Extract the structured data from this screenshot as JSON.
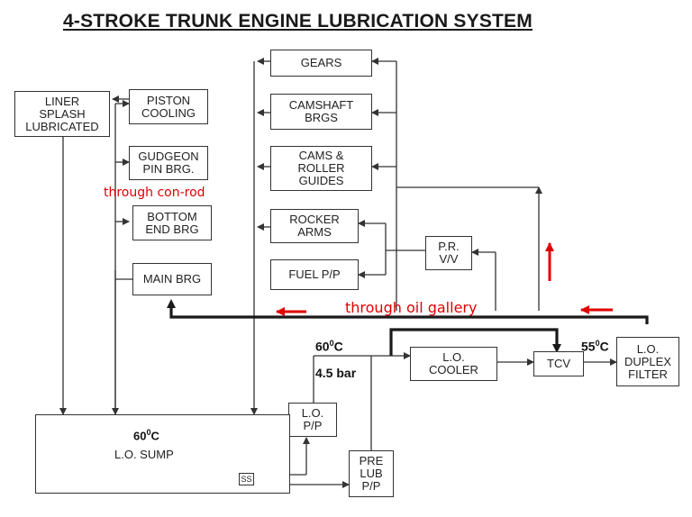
{
  "title": "4-STROKE TRUNK ENGINE LUBRICATION SYSTEM",
  "boxes": {
    "liner": "LINER\nSPLASH\nLUBRICATED",
    "piston_cooling": "PISTON\nCOOLING",
    "gudgeon": "GUDGEON\nPIN BRG.",
    "bottom_end": "BOTTOM\nEND BRG",
    "main_brg": "MAIN BRG",
    "gears": "GEARS",
    "camshaft": "CAMSHAFT\nBRGS",
    "cams": "CAMS &\nROLLER\nGUIDES",
    "rocker": "ROCKER\nARMS",
    "fuel_pp": "FUEL P/P",
    "pr_vv": "P.R.\nV/V",
    "lo_pp": "L.O.\nP/P",
    "prelub": "PRE\nLUB\nP/P",
    "lo_cooler": "L.O.\nCOOLER",
    "tcv": "TCV",
    "filter": "L.O.\nDUPLEX\nFILTER",
    "sump": "L.O. SUMP",
    "ss": "SS"
  },
  "annotations": {
    "through_conrod": "through con-rod",
    "through_gallery": "through oil gallery",
    "temp_sump": "60",
    "temp_sump_sup": "0",
    "temp_sump_unit": "C",
    "temp_pump": "60",
    "temp_pump_sup": "0",
    "temp_pump_unit": "C",
    "pressure": "4.5 bar",
    "temp_filter": "55",
    "temp_filter_sup": "0",
    "temp_filter_unit": "C"
  },
  "colors": {
    "annotation": "#e00000",
    "line": "#333333"
  }
}
